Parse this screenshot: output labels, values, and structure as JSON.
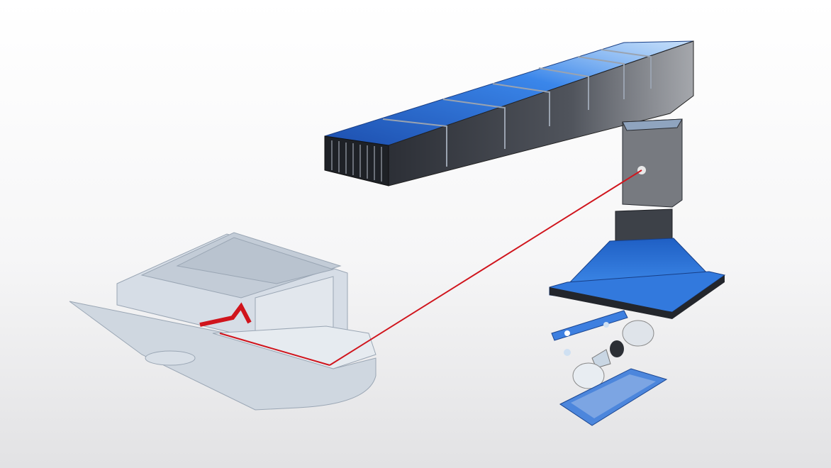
{
  "colors": {
    "background_top": "#ffffff",
    "background_bottom": "#e4e4e6",
    "duct_blue": "#2a6fd6",
    "duct_dark": "#3a3d44",
    "boat": "#c9d2dc",
    "highlight_red": "#d0141c"
  },
  "icons": {
    "duct": "ventilation-duct",
    "hood": "exhaust-hood",
    "fan": "fan-motor",
    "boat": "houseboat-model"
  }
}
